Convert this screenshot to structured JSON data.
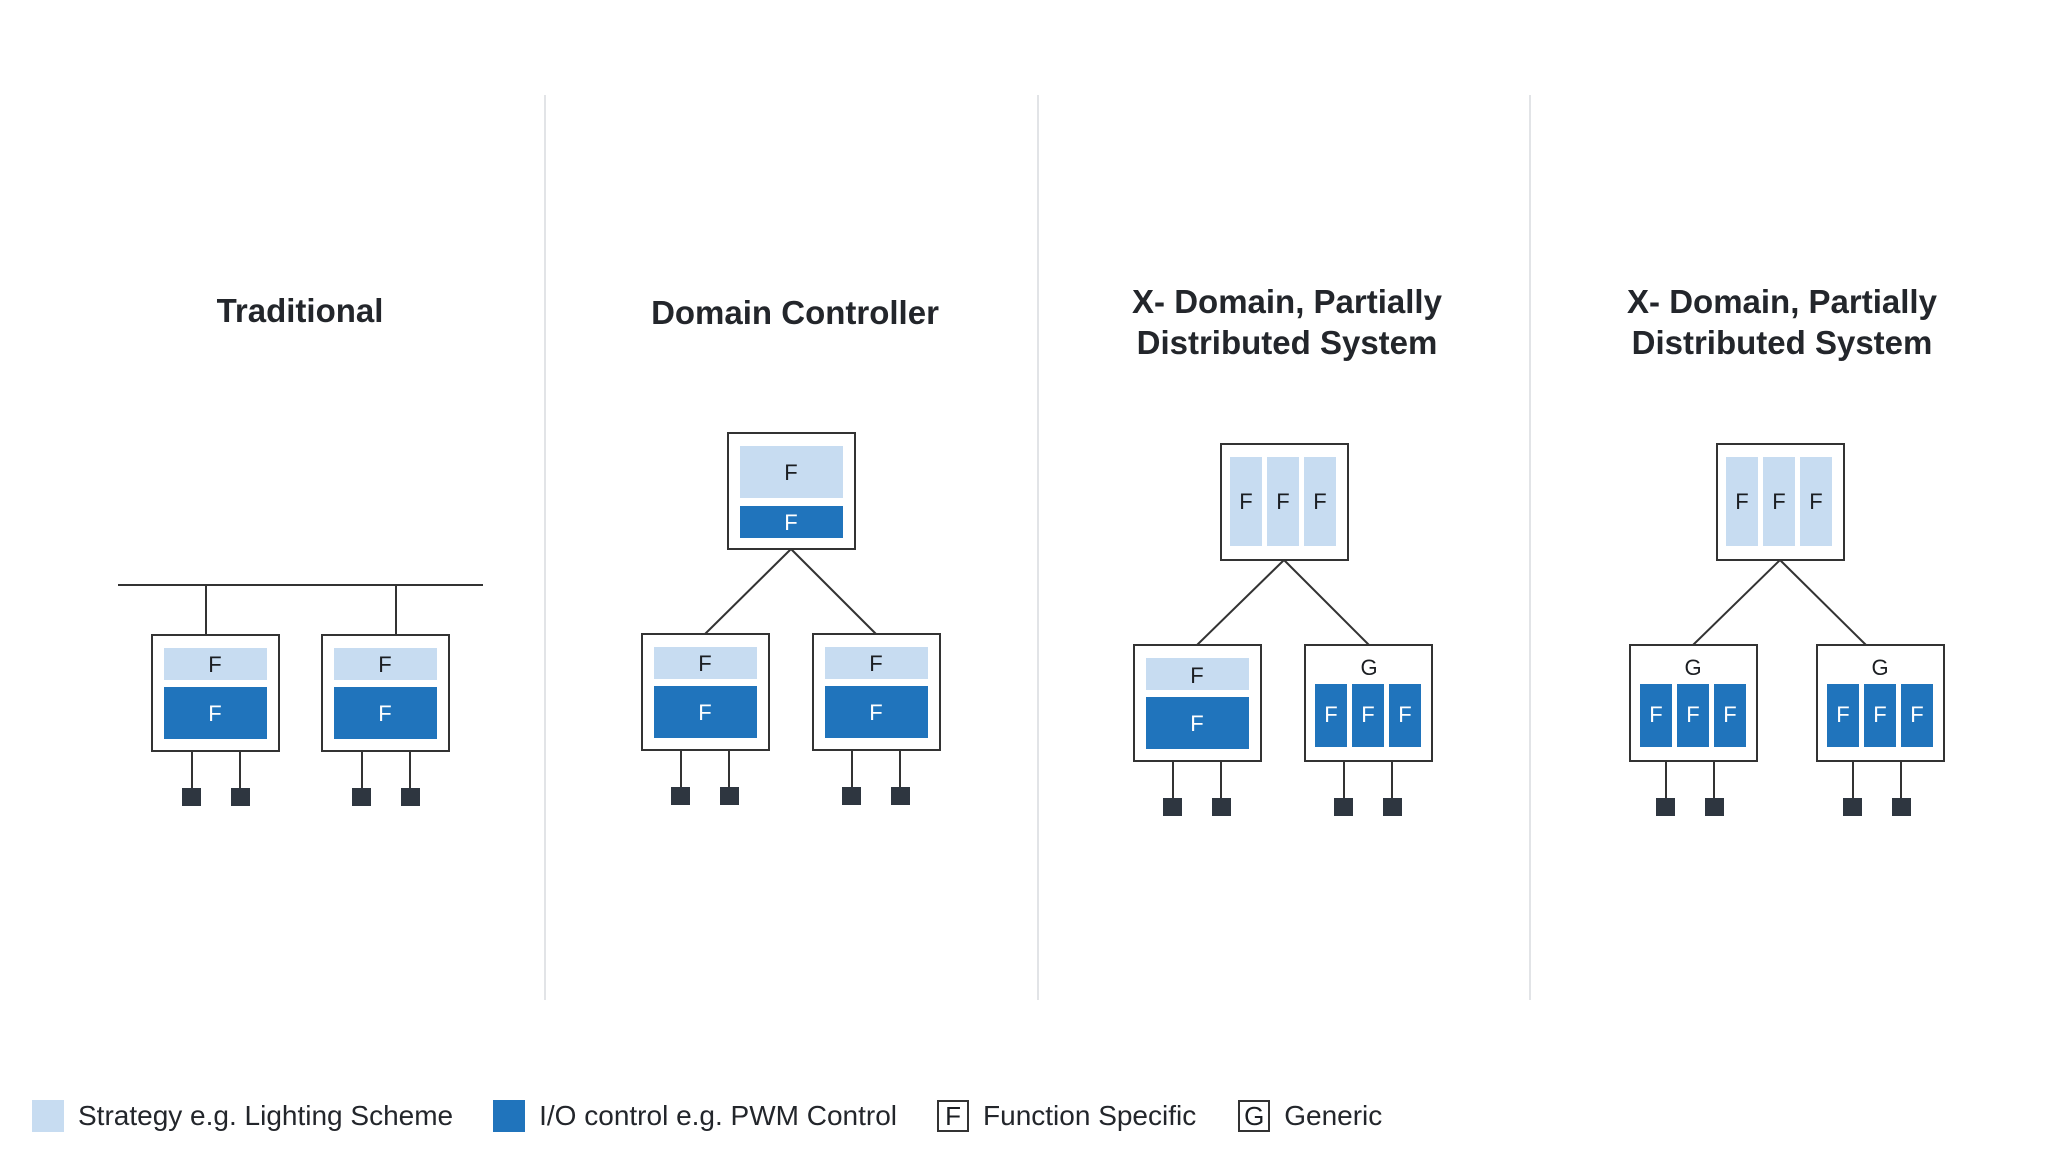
{
  "panels": [
    {
      "title_lines": [
        "Traditional"
      ]
    },
    {
      "title_lines": [
        "Domain Controller"
      ]
    },
    {
      "title_lines": [
        "X- Domain, Partially",
        "Distributed System"
      ]
    },
    {
      "title_lines": [
        "X- Domain, Partially",
        "Distributed System"
      ]
    }
  ],
  "labels": {
    "function_specific": "F",
    "generic": "G"
  },
  "legend": {
    "strategy": "Strategy e.g. Lighting Scheme",
    "io_control": "I/O control e.g. PWM Control",
    "function_specific_key": "F",
    "function_specific": "Function Specific",
    "generic_key": "G",
    "generic": "Generic"
  },
  "colors": {
    "strategy_fill": "#c7dcf1",
    "io_fill": "#2074bc",
    "outline": "#333333",
    "terminal": "#2e3640",
    "divider": "#e2e4e7"
  }
}
